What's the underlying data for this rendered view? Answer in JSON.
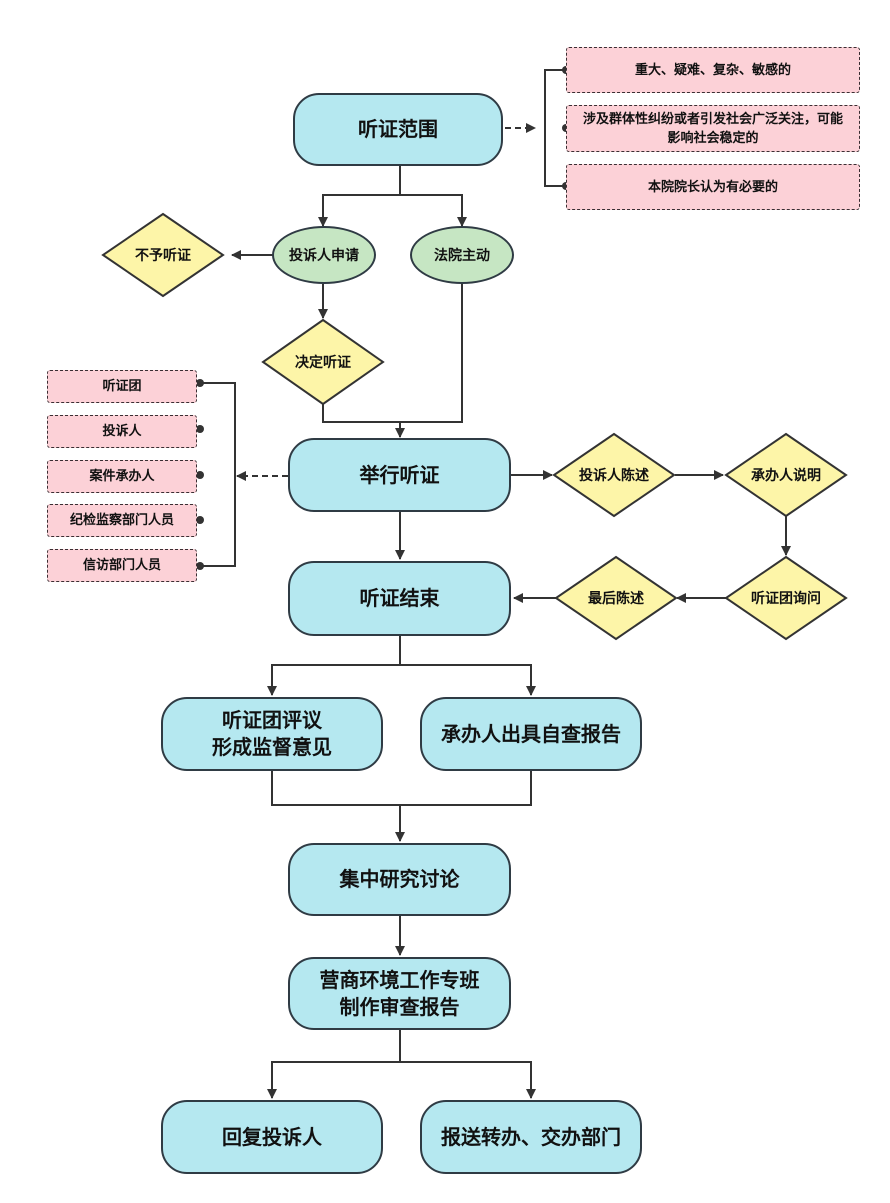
{
  "nodes": {
    "scope": "听证范围",
    "complainant_apply": "投诉人申请",
    "court_initiative": "法院主动",
    "no_hearing": "不予听证",
    "decide_hearing": "决定听证",
    "hold_hearing": "举行听证",
    "hearing_end": "听证结束",
    "panel_review_line1": "听证团评议",
    "panel_review_line2": "形成监督意见",
    "handler_report": "承办人出具自查报告",
    "central_discussion": "集中研究讨论",
    "business_env_line1": "营商环境工作专班",
    "business_env_line2": "制作审查报告",
    "reply_complainant": "回复投诉人",
    "submit_transfer": "报送转办、交办部门"
  },
  "scope_conditions": [
    "重大、疑难、复杂、敏感的",
    "涉及群体性纠纷或者引发社会广泛关注，可能影响社会稳定的",
    "本院院长认为有必要的"
  ],
  "participants": [
    "听证团",
    "投诉人",
    "案件承办人",
    "纪检监察部门人员",
    "信访部门人员"
  ],
  "hearing_steps": [
    "投诉人陈述",
    "承办人说明",
    "听证团询问",
    "最后陈述"
  ]
}
